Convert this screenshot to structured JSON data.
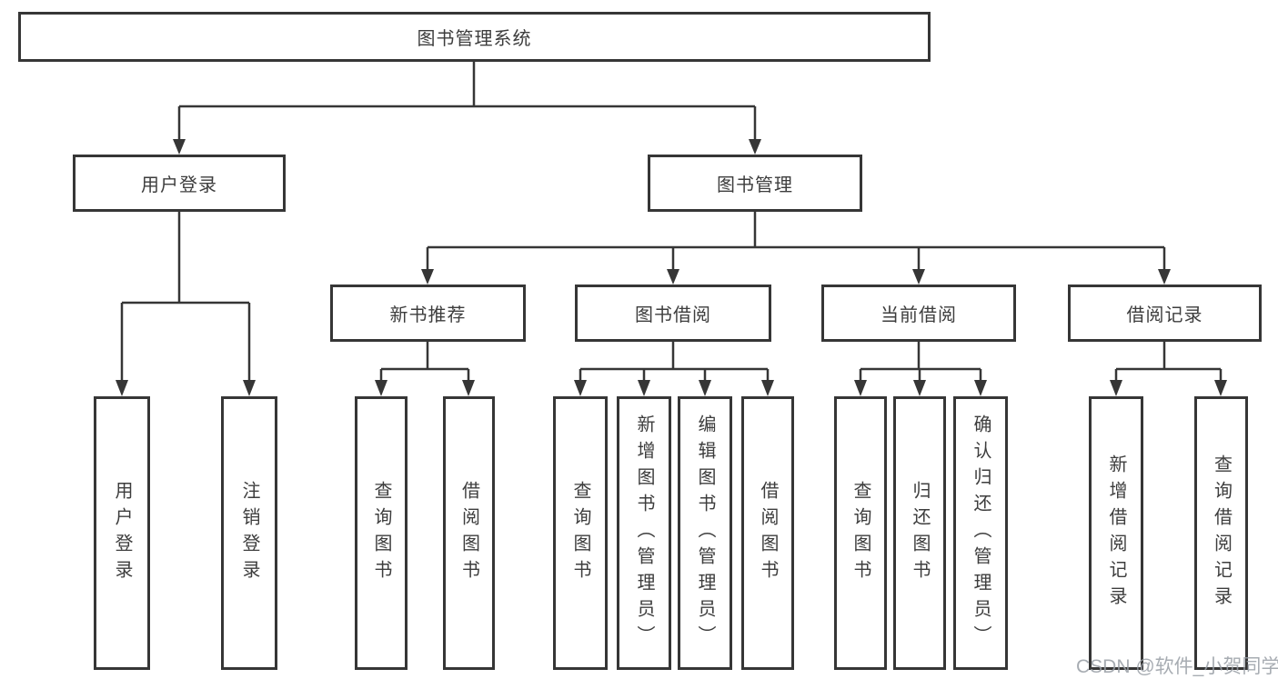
{
  "diagram": {
    "title": "图书管理系统",
    "nodes": {
      "root": "图书管理系统",
      "user_login": "用户登录",
      "book_management": "图书管理",
      "new_book_recommend": "新书推荐",
      "book_borrowing": "图书借阅",
      "current_borrowing": "当前借阅",
      "borrowing_records": "借阅记录",
      "leaf_user_login": "用户登录",
      "leaf_logout": "注销登录",
      "rec_query_book": "查询图书",
      "rec_borrow_book": "借阅图书",
      "bb_query_book": "查询图书",
      "bb_add_book_admin": "新增图书（管理员）",
      "bb_edit_book_admin": "编辑图书（管理员）",
      "bb_borrow_book": "借阅图书",
      "cb_query_book": "查询图书",
      "cb_return_book": "归还图书",
      "cb_confirm_return_admin": "确认归还（管理员）",
      "br_add_record": "新增借阅记录",
      "br_query_record": "查询借阅记录"
    },
    "colors": {
      "line": "#363636",
      "text": "#3d3d3d",
      "background": "#ffffff"
    }
  },
  "watermark": {
    "text": "CSDN @软件_小贺同学",
    "color": "#989da5"
  }
}
